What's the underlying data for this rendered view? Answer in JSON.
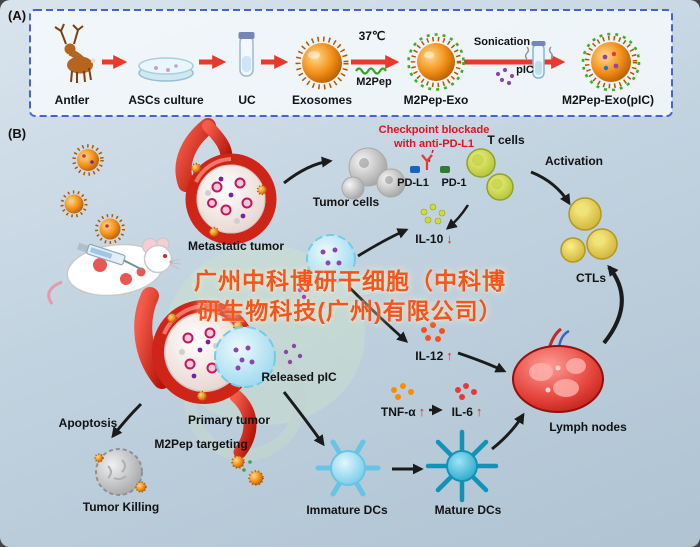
{
  "watermark": {
    "line1": "广州中科博研干细胞（中科博",
    "line2": "研生物科技(广州)有限公司）"
  },
  "panelA": {
    "label": "(A)",
    "items": [
      {
        "name": "antler",
        "label": "Antler"
      },
      {
        "name": "ascs-culture",
        "label": "ASCs culture"
      },
      {
        "name": "uc",
        "label": "UC"
      },
      {
        "name": "exosomes",
        "label": "Exosomes"
      },
      {
        "name": "m2pep-exo",
        "label": "M2Pep-Exo"
      },
      {
        "name": "m2pep-exo-pic",
        "label": "M2Pep-Exo(pIC)"
      }
    ],
    "annotations": {
      "temperature": "37℃",
      "m2pep": "M2Pep",
      "sonication": "Sonication",
      "pic": "pIC"
    }
  },
  "panelB": {
    "label": "(B)",
    "checkpoint_line1": "Checkpoint blockade",
    "checkpoint_line2": "with anti-PD-L1",
    "labels": {
      "t_cells": "T cells",
      "activation": "Activation",
      "tumor_cells": "Tumor cells",
      "pd_l1": "PD-L1",
      "pd_1": "PD-1",
      "metastatic_tumor": "Metastatic tumor",
      "ctls": "CTLs",
      "released_pic": "Released pIC",
      "lymph_nodes": "Lymph nodes",
      "primary_tumor": "Primary tumor",
      "m2pep_targeting": "M2Pep targeting",
      "apoptosis": "Apoptosis",
      "tumor_killing": "Tumor Killing",
      "immature_dcs": "Immature DCs",
      "mature_dcs": "Mature DCs"
    },
    "cytokines": {
      "il10": {
        "label": "IL-10",
        "direction": "↓"
      },
      "il12": {
        "label": "IL-12",
        "direction": "↑"
      },
      "tnfa": {
        "label": "TNF-α",
        "direction": "↑"
      },
      "il6": {
        "label": "IL-6",
        "direction": "↑"
      }
    }
  },
  "icons": {
    "panelA": [
      "deer-icon",
      "petri-dish-icon",
      "uc-tube-icon",
      "exosome-icon",
      "m2pep-exo-icon",
      "sonication-tube-icon",
      "m2pep-exo-pic-icon"
    ],
    "panelB": [
      "virus-particle-icon",
      "mouse-icon",
      "syringe-icon",
      "metastatic-tumor-icon",
      "tumor-cells-icon",
      "anti-pd-l1-antibody-icon",
      "t-cell-icon",
      "ctl-cell-icon",
      "macrophage-icon",
      "released-pic-cell-icon",
      "lymph-node-icon",
      "primary-tumor-icon",
      "tumor-killing-icon",
      "immature-dc-icon",
      "mature-dc-icon"
    ]
  },
  "colors": {
    "background": "#c2d3e0",
    "panel_border": "#4a5fd0",
    "arrow_red": "#e8392b",
    "arrow_black": "#1b1b1b",
    "checkpoint_text": "#e8101e",
    "watermark_text": "#f4551e",
    "exosome_orange": "#f29018",
    "vessel_red": "#cf2418",
    "dc_blue_light": "#64c5e8",
    "dc_blue_dark": "#169fc7",
    "t_cell_green": "#aabc2c",
    "ctl_yellow": "#c9a92c",
    "pic_purple": "#8e44ad",
    "lymph_red": "#e4423a"
  }
}
